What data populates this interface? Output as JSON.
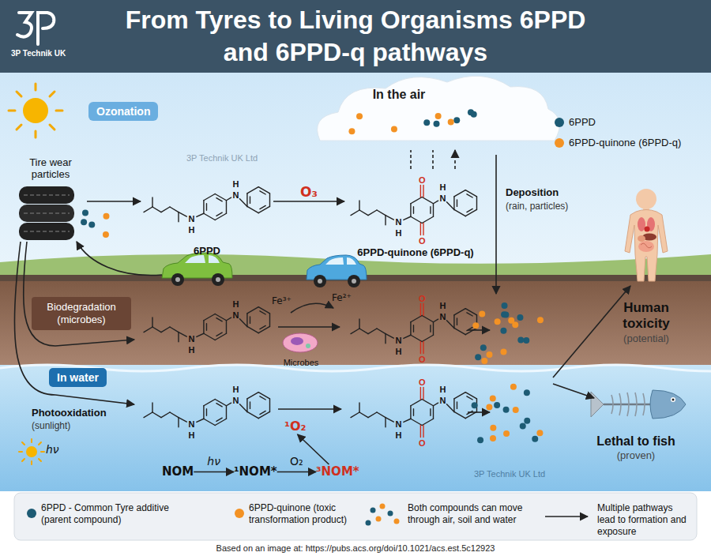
{
  "diagram": {
    "title": "From Tyres to Living Organisms 6PPD and 6PPD-q pathways",
    "caption": "Based on an image at: https://pubs.acs.org/doi/10.1021/acs.est.5c12923",
    "nodes": [
      {
        "text": [
          "Ozonation"
        ]
      },
      {
        "text": [
          "In the air"
        ]
      },
      {
        "text": [
          "Tire wear particles"
        ]
      },
      {
        "text": [
          "6PPD"
        ]
      },
      {
        "text": [
          "6PPD-quinone (6PPD-q)"
        ]
      },
      {
        "text": [
          "Biodegradation (microbes)"
        ]
      },
      {
        "text": [
          "Microbes"
        ]
      },
      {
        "text": [
          "In water"
        ]
      },
      {
        "text": [
          "Human toxicity",
          "(potential)"
        ]
      },
      {
        "text": [
          "Lethal to fish",
          "(proven)"
        ]
      },
      {
        "text": [
          "NOM"
        ]
      },
      {
        "text": [
          "¹NOM*"
        ]
      },
      {
        "text": [
          "³NOM*"
        ]
      },
      {
        "text": [
          "¹O₂"
        ]
      }
    ],
    "edges": [
      {
        "from": 2,
        "to": 3,
        "arrow": "to"
      },
      {
        "from": 3,
        "to": 4,
        "label": "O₃",
        "arrow": "to"
      },
      {
        "from": 10,
        "to": 11,
        "label": "hν",
        "arrow": "to"
      },
      {
        "from": 11,
        "to": 12,
        "label": "O₂",
        "arrow": "to"
      },
      {
        "from": 12,
        "to": 13,
        "arrow": "to"
      }
    ],
    "labels": [
      "3P Technik UK",
      "Deposition",
      "(rain, particles)",
      "Fe³⁺",
      "Fe²⁺",
      "Photooxidation",
      "(sunlight)",
      "hν",
      "3P Technik UK Ltd",
      "3P Technik UK Ltd",
      "H",
      "N",
      "N",
      "H",
      "O",
      "H",
      "N",
      "N",
      "H",
      "O",
      "H",
      "N",
      "N",
      "H",
      "O",
      "H",
      "N",
      "N",
      "H",
      "O",
      "H",
      "N",
      "N",
      "H",
      "O",
      "H",
      "N",
      "N",
      "H",
      "O"
    ],
    "legend": [
      {
        "text": "6PPD",
        "color": "#1d5b74"
      },
      {
        "text": "6PPD-quinone (6PPD-q)",
        "color": "#f39224"
      },
      {
        "text": "6PPD - Common Tyre additive (parent compound)",
        "color": "#1d5b74"
      },
      {
        "text": "6PPD-quinone (toxic transformation product)",
        "color": "#f39224"
      },
      {
        "text": "Both compounds can move through air, soil and water"
      },
      {
        "text": "Multiple pathways lead to formation and exposure"
      }
    ]
  }
}
